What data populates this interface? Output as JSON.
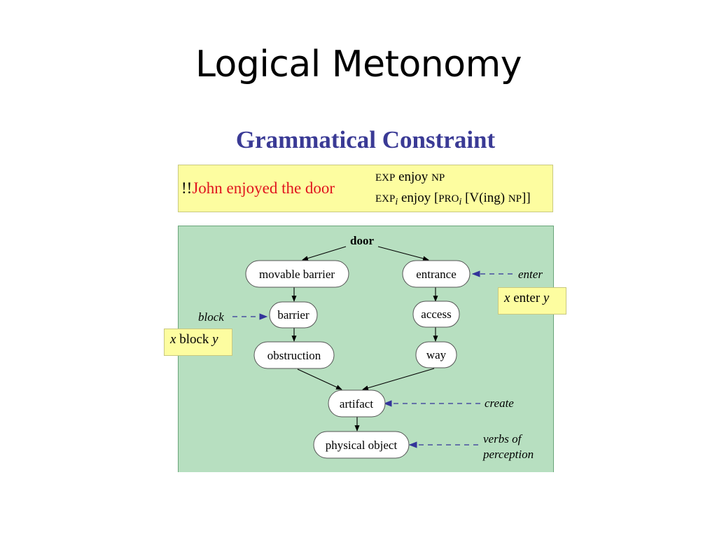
{
  "slide": {
    "title": "Logical Metonomy"
  },
  "figure": {
    "title": "Grammatical Constraint",
    "example": {
      "prefix": "!!",
      "sentence": "John enjoyed the door"
    },
    "formula1": {
      "exp": "EXP",
      "verb": "enjoy",
      "np": "NP"
    },
    "formula2": {
      "exp": "EXP",
      "sub_i": "i",
      "verb": "enjoy",
      "lb": "[",
      "pro": "PRO",
      "sub_i2": "i",
      "vbracket": "[V(ing)",
      "np": "NP",
      "rb": "]]"
    },
    "colors": {
      "title": "#3a3a95",
      "sentence": "#e0141e",
      "panel": "#b7dfc0",
      "note": "#fdfda0",
      "dashed_arrow": "#33339a"
    },
    "diagram": {
      "root": "door",
      "nodes": {
        "movable_barrier": "movable barrier",
        "entrance": "entrance",
        "barrier": "barrier",
        "access": "access",
        "obstruction": "obstruction",
        "way": "way",
        "artifact": "artifact",
        "physical_object": "physical object"
      },
      "verbs": {
        "enter": "enter",
        "block": "block",
        "create": "create",
        "perception_line1": "verbs of",
        "perception_line2": "perception"
      },
      "notes": {
        "enter": {
          "x": "x",
          "verb": "enter",
          "y": "y"
        },
        "block": {
          "x": "x",
          "verb": "block",
          "y": "y"
        }
      }
    }
  }
}
